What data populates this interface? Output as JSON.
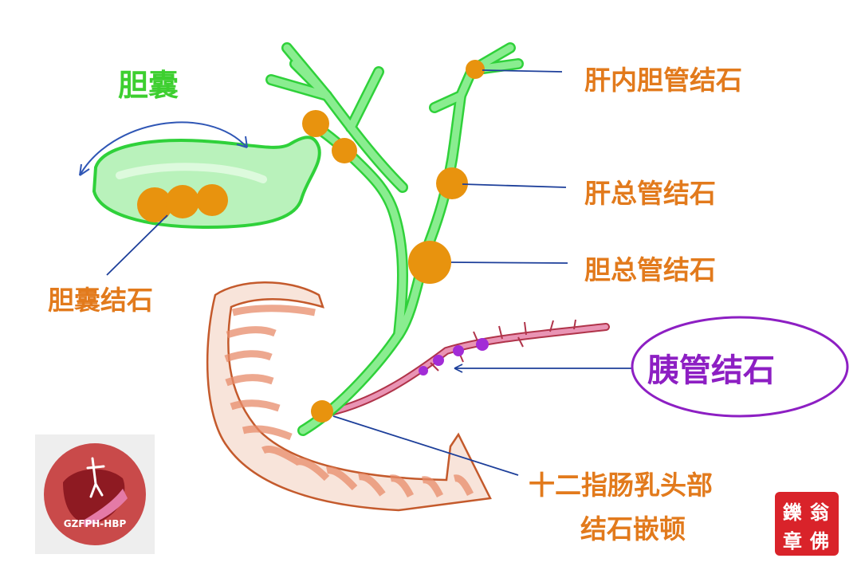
{
  "labels": {
    "gallbladder": "胆囊",
    "gallbladder_stones": "胆囊结石",
    "intrahepatic_duct_stones": "肝内胆管结石",
    "common_hepatic_duct_stones": "肝总管结石",
    "common_bile_duct_stones": "胆总管结石",
    "pancreatic_duct_stones": "胰管结石",
    "papilla_line1": "十二指肠乳头部",
    "papilla_line2": "结石嵌顿"
  },
  "logo": {
    "text": "GZFPH-HBP"
  },
  "seal": {
    "chars": [
      "翁",
      "佛",
      "鑠",
      "章"
    ]
  },
  "colors": {
    "duct_green": "#7ee88a",
    "duct_outline": "#2fd13a",
    "stone_orange": "#e8930e",
    "label_orange": "#e27a1c",
    "pancreatic_purple": "#8d1fc3",
    "pancreatic_duct": "#d9739a",
    "duodenum": "#e07d58",
    "pointer_line": "#1d3f9a",
    "seal_red": "#d9232a"
  }
}
